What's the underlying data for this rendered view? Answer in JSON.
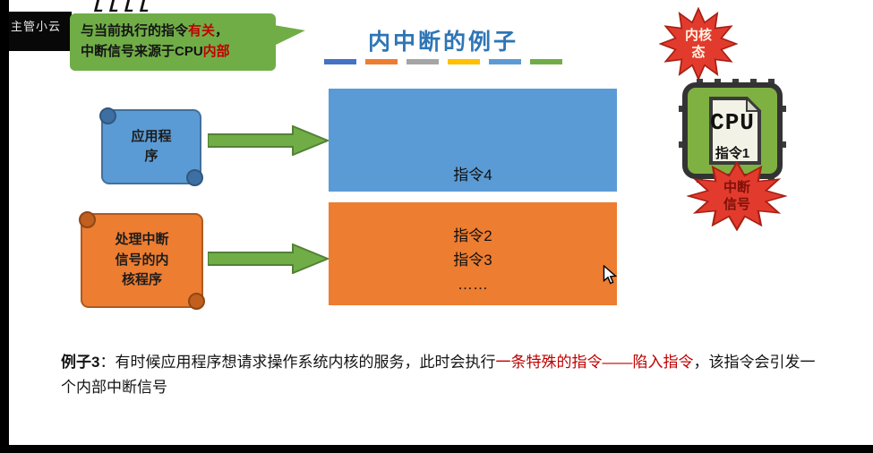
{
  "overlay": {
    "watermark_text": "主管小云",
    "corner_marks": "LLLL"
  },
  "callout": {
    "line1_plain": "与当前执行的指令",
    "line1_red": "有关",
    "line1_tail": "，",
    "line2_plain": "中断信号来源于CPU",
    "line2_red": "内部"
  },
  "header": {
    "title": "内中断的例子"
  },
  "decor": {
    "dash_colors": [
      "#4472C4",
      "#ED7D31",
      "#A5A5A5",
      "#FFC000",
      "#5B9BD5",
      "#70AD47"
    ]
  },
  "colors": {
    "green": "#70AD47",
    "blue": "#5B9BD5",
    "orange": "#ED7D31",
    "red_burst": "#E23B2E",
    "accent_red": "#C00000",
    "title_blue": "#2E75B6"
  },
  "flow": {
    "app_scroll": {
      "line1": "应用程",
      "line2": "序"
    },
    "kernel_scroll": {
      "line1": "处理中断",
      "line2": "信号的内",
      "line3": "核程序"
    },
    "user_box": {
      "label": "指令4"
    },
    "kernel_box": {
      "line1": "指令2",
      "line2": "指令3",
      "line3": "……"
    }
  },
  "cpu": {
    "label": "CPU",
    "instruction": "指令1"
  },
  "bursts": {
    "kernel_mode": {
      "line1": "内核",
      "line2": "态"
    },
    "interrupt": {
      "line1": "中断",
      "line2": "信号"
    }
  },
  "footer": {
    "label": "例子3",
    "seg1": "：有时候应用程序想请求操作系统内核的服务，此时会执行",
    "seg2": "一条特殊的指令——陷入指令",
    "seg3": "，该指令会引发一个内部中断信号"
  }
}
